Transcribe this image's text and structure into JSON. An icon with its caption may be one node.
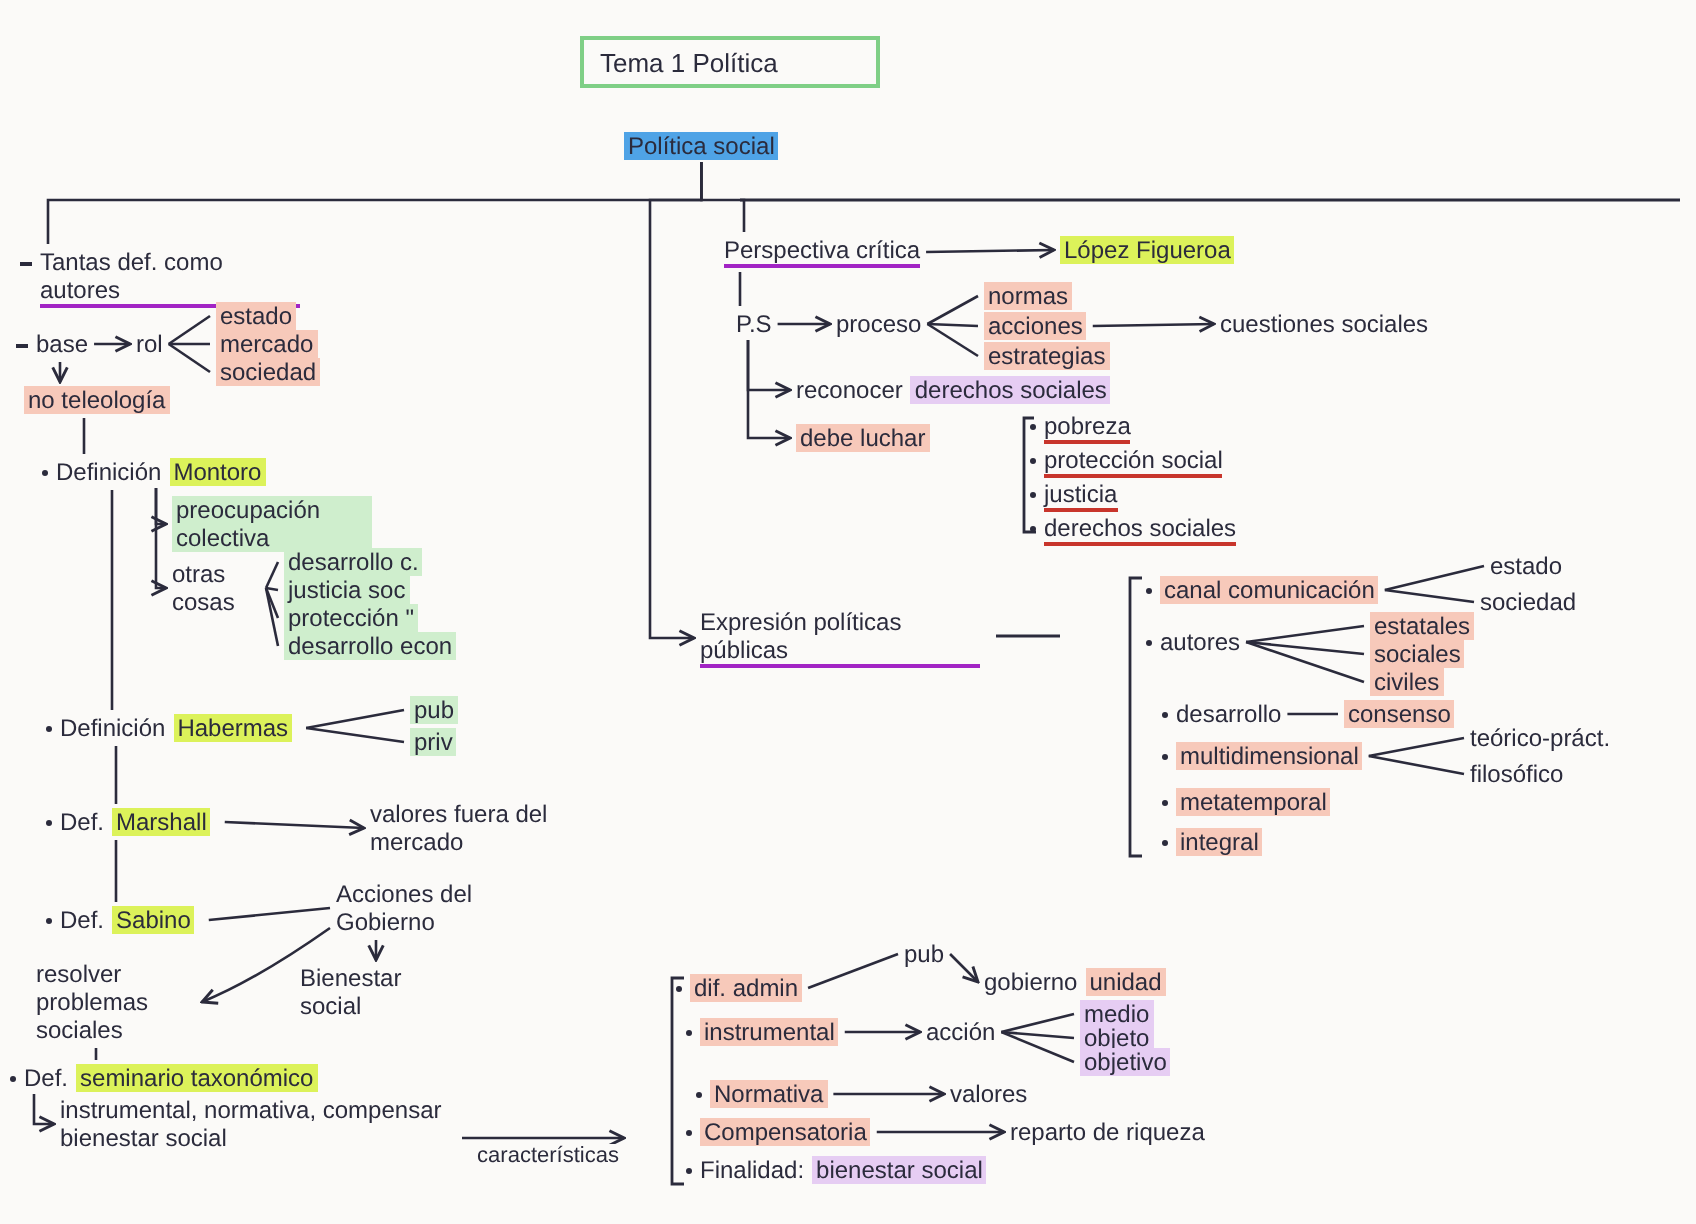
{
  "diagram": {
    "title": "Tema 1 Política",
    "nodes": [
      {
        "text": [
          "Política social"
        ]
      },
      {
        "text": [
          "Tantas def. como autores"
        ]
      },
      {
        "text": [
          "base"
        ]
      },
      {
        "text": [
          "rol"
        ]
      },
      {
        "text": [
          "estado"
        ]
      },
      {
        "text": [
          "mercado"
        ]
      },
      {
        "text": [
          "sociedad"
        ]
      },
      {
        "text": [
          "no teleología"
        ]
      },
      {
        "text": [
          "Definición",
          "Montoro"
        ]
      },
      {
        "text": [
          "preocupación colectiva"
        ]
      },
      {
        "text": [
          "otras cosas"
        ]
      },
      {
        "text": [
          "desarrollo c."
        ]
      },
      {
        "text": [
          "justicia soc"
        ]
      },
      {
        "text": [
          "protección \""
        ]
      },
      {
        "text": [
          "desarrollo econ"
        ]
      },
      {
        "text": [
          "Definición",
          "Habermas"
        ]
      },
      {
        "text": [
          "pub"
        ]
      },
      {
        "text": [
          "priv"
        ]
      },
      {
        "text": [
          "Def.",
          "Marshall"
        ]
      },
      {
        "text": [
          "valores fuera del mercado"
        ]
      },
      {
        "text": [
          "Def.",
          "Sabino"
        ]
      },
      {
        "text": [
          "Acciones del Gobierno"
        ]
      },
      {
        "text": [
          "Bienestar social"
        ]
      },
      {
        "text": [
          "resolver problemas sociales"
        ]
      },
      {
        "text": [
          "Def.",
          "seminario taxonómico"
        ]
      },
      {
        "text": [
          "instrumental, normativa, compensar bienestar social"
        ]
      },
      {
        "text": [
          "Perspectiva crítica"
        ]
      },
      {
        "text": [
          "López Figueroa"
        ]
      },
      {
        "text": [
          "P.S"
        ]
      },
      {
        "text": [
          "proceso"
        ]
      },
      {
        "text": [
          "normas"
        ]
      },
      {
        "text": [
          "acciones"
        ]
      },
      {
        "text": [
          "estrategias"
        ]
      },
      {
        "text": [
          "cuestiones sociales"
        ]
      },
      {
        "text": [
          "reconocer",
          "derechos sociales"
        ]
      },
      {
        "text": [
          "debe luchar"
        ]
      },
      {
        "text": [
          "pobreza"
        ]
      },
      {
        "text": [
          "protección social"
        ]
      },
      {
        "text": [
          "justicia"
        ]
      },
      {
        "text": [
          "derechos sociales"
        ]
      },
      {
        "text": [
          "Expresión políticas públicas"
        ]
      },
      {
        "text": [
          "canal comunicación"
        ]
      },
      {
        "text": [
          "estado"
        ]
      },
      {
        "text": [
          "sociedad"
        ]
      },
      {
        "text": [
          "autores"
        ]
      },
      {
        "text": [
          "estatales"
        ]
      },
      {
        "text": [
          "sociales"
        ]
      },
      {
        "text": [
          "civiles"
        ]
      },
      {
        "text": [
          "desarrollo"
        ]
      },
      {
        "text": [
          "consenso"
        ]
      },
      {
        "text": [
          "multidimensional"
        ]
      },
      {
        "text": [
          "teórico-práct."
        ]
      },
      {
        "text": [
          "filosófico"
        ]
      },
      {
        "text": [
          "metatemporal"
        ]
      },
      {
        "text": [
          "integral"
        ]
      },
      {
        "text": [
          "dif. admin"
        ]
      },
      {
        "text": [
          "pub"
        ]
      },
      {
        "text": [
          "gobierno",
          "unidad"
        ]
      },
      {
        "text": [
          "instrumental"
        ]
      },
      {
        "text": [
          "acción"
        ]
      },
      {
        "text": [
          "medio"
        ]
      },
      {
        "text": [
          "objeto"
        ]
      },
      {
        "text": [
          "objetivo"
        ]
      },
      {
        "text": [
          "Normativa"
        ]
      },
      {
        "text": [
          "valores"
        ]
      },
      {
        "text": [
          "Compensatoria"
        ]
      },
      {
        "text": [
          "reparto de riqueza"
        ]
      },
      {
        "text": [
          "Finalidad:",
          "bienestar social"
        ]
      }
    ],
    "edges": [
      {
        "from": 0,
        "to": 1,
        "arrow": "none"
      },
      {
        "from": 0,
        "to": 26,
        "arrow": "none"
      },
      {
        "from": 0,
        "to": 40,
        "arrow": "to"
      },
      {
        "from": 2,
        "to": 3,
        "arrow": "to"
      },
      {
        "from": 3,
        "to": 4,
        "arrow": "none"
      },
      {
        "from": 3,
        "to": 5,
        "arrow": "none"
      },
      {
        "from": 3,
        "to": 6,
        "arrow": "none"
      },
      {
        "from": 2,
        "to": 7,
        "arrow": "to"
      },
      {
        "from": 7,
        "to": 8,
        "arrow": "none"
      },
      {
        "from": 8,
        "to": 9,
        "arrow": "to"
      },
      {
        "from": 8,
        "to": 10,
        "arrow": "to"
      },
      {
        "from": 10,
        "to": 11,
        "arrow": "none"
      },
      {
        "from": 10,
        "to": 12,
        "arrow": "none"
      },
      {
        "from": 10,
        "to": 13,
        "arrow": "none"
      },
      {
        "from": 10,
        "to": 14,
        "arrow": "none"
      },
      {
        "from": 8,
        "to": 15,
        "arrow": "none"
      },
      {
        "from": 15,
        "to": 16,
        "arrow": "none"
      },
      {
        "from": 15,
        "to": 17,
        "arrow": "none"
      },
      {
        "from": 15,
        "to": 18,
        "arrow": "none"
      },
      {
        "from": 18,
        "to": 19,
        "arrow": "to"
      },
      {
        "from": 18,
        "to": 20,
        "arrow": "none"
      },
      {
        "from": 20,
        "to": 21,
        "arrow": "none"
      },
      {
        "from": 21,
        "to": 22,
        "arrow": "to"
      },
      {
        "from": 21,
        "to": 23,
        "arrow": "to"
      },
      {
        "from": 23,
        "to": 24,
        "arrow": "none"
      },
      {
        "from": 24,
        "to": 25,
        "arrow": "to"
      },
      {
        "from": 25,
        "to": null,
        "arrow": "to",
        "label": "características"
      },
      {
        "from": 26,
        "to": 27,
        "arrow": "to"
      },
      {
        "from": 26,
        "to": 28,
        "arrow": "none"
      },
      {
        "from": 28,
        "to": 29,
        "arrow": "to"
      },
      {
        "from": 29,
        "to": 30,
        "arrow": "none"
      },
      {
        "from": 29,
        "to": 31,
        "arrow": "none"
      },
      {
        "from": 29,
        "to": 32,
        "arrow": "none"
      },
      {
        "from": 31,
        "to": 33,
        "arrow": "to"
      },
      {
        "from": 28,
        "to": 34,
        "arrow": "to"
      },
      {
        "from": 28,
        "to": 35,
        "arrow": "to"
      },
      {
        "from": 41,
        "to": 42,
        "arrow": "none"
      },
      {
        "from": 41,
        "to": 43,
        "arrow": "none"
      },
      {
        "from": 44,
        "to": 45,
        "arrow": "none"
      },
      {
        "from": 44,
        "to": 46,
        "arrow": "none"
      },
      {
        "from": 44,
        "to": 47,
        "arrow": "none"
      },
      {
        "from": 48,
        "to": 49,
        "arrow": "none"
      },
      {
        "from": 50,
        "to": 51,
        "arrow": "none"
      },
      {
        "from": 50,
        "to": 52,
        "arrow": "none"
      },
      {
        "from": 55,
        "to": 56,
        "arrow": "none"
      },
      {
        "from": 56,
        "to": 57,
        "arrow": "to"
      },
      {
        "from": 58,
        "to": 59,
        "arrow": "to"
      },
      {
        "from": 59,
        "to": 60,
        "arrow": "none"
      },
      {
        "from": 59,
        "to": 61,
        "arrow": "none"
      },
      {
        "from": 59,
        "to": 62,
        "arrow": "none"
      },
      {
        "from": 63,
        "to": 64,
        "arrow": "to"
      },
      {
        "from": 65,
        "to": 66,
        "arrow": "to"
      }
    ]
  }
}
